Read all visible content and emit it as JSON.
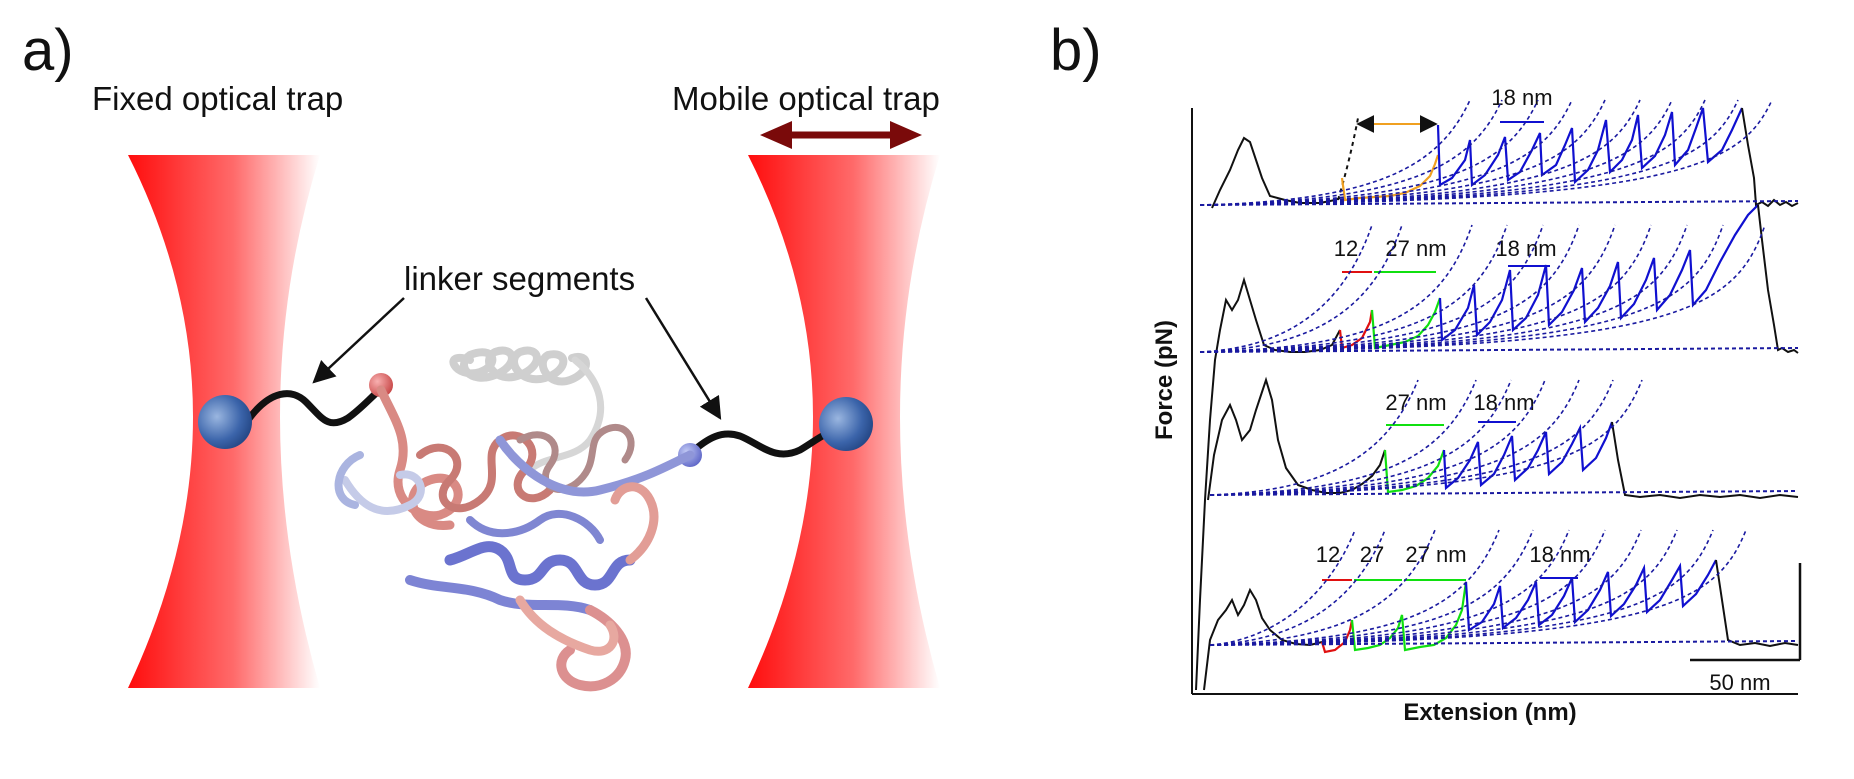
{
  "panel_a": {
    "label": "a)",
    "fixed_trap_label": "Fixed optical trap",
    "mobile_trap_label": "Mobile optical trap",
    "linker_label": "linker segments",
    "colors": {
      "trap": "#ff1a1a",
      "bead": "#2f5fa8",
      "arrow": "#7a0a0a",
      "tether": "#111111"
    }
  },
  "panel_b": {
    "label": "b)",
    "y_axis_label": "Force (pN)",
    "x_axis_label": "Extension (nm)",
    "scale_bar_label": "50 nm",
    "trace_annotations": [
      {
        "labels": [
          "18 nm"
        ]
      },
      {
        "labels": [
          "12",
          "27 nm",
          "18 nm"
        ]
      },
      {
        "labels": [
          "27 nm",
          "18 nm"
        ]
      },
      {
        "labels": [
          "12",
          "27",
          "27 nm",
          "18 nm"
        ]
      }
    ],
    "colors": {
      "black": "#111111",
      "orange": "#f0a020",
      "red": "#e01010",
      "green": "#10e010",
      "blue": "#1010d0",
      "fit": "#1a1aa0"
    }
  }
}
